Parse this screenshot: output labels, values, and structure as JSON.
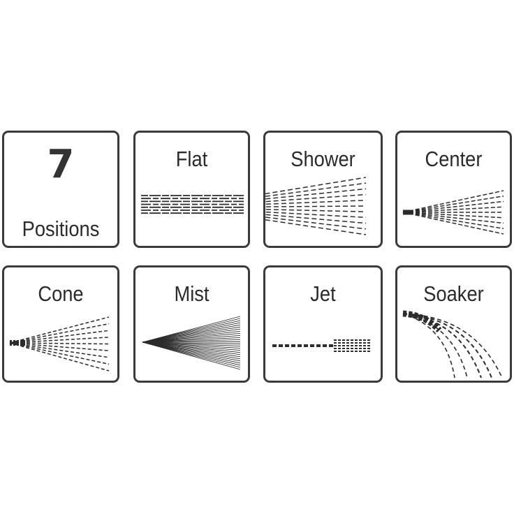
{
  "count_tile": {
    "number": "7",
    "caption": "Positions"
  },
  "patterns": [
    {
      "id": "flat",
      "label": "Flat",
      "icon": "flat-spray-icon"
    },
    {
      "id": "shower",
      "label": "Shower",
      "icon": "shower-spray-icon"
    },
    {
      "id": "center",
      "label": "Center",
      "icon": "center-spray-icon"
    },
    {
      "id": "cone",
      "label": "Cone",
      "icon": "cone-spray-icon"
    },
    {
      "id": "mist",
      "label": "Mist",
      "icon": "mist-spray-icon"
    },
    {
      "id": "jet",
      "label": "Jet",
      "icon": "jet-spray-icon"
    },
    {
      "id": "soaker",
      "label": "Soaker",
      "icon": "soaker-spray-icon"
    }
  ],
  "colors": {
    "border": "#3a3a3a",
    "ink": "#2b2b2b"
  }
}
